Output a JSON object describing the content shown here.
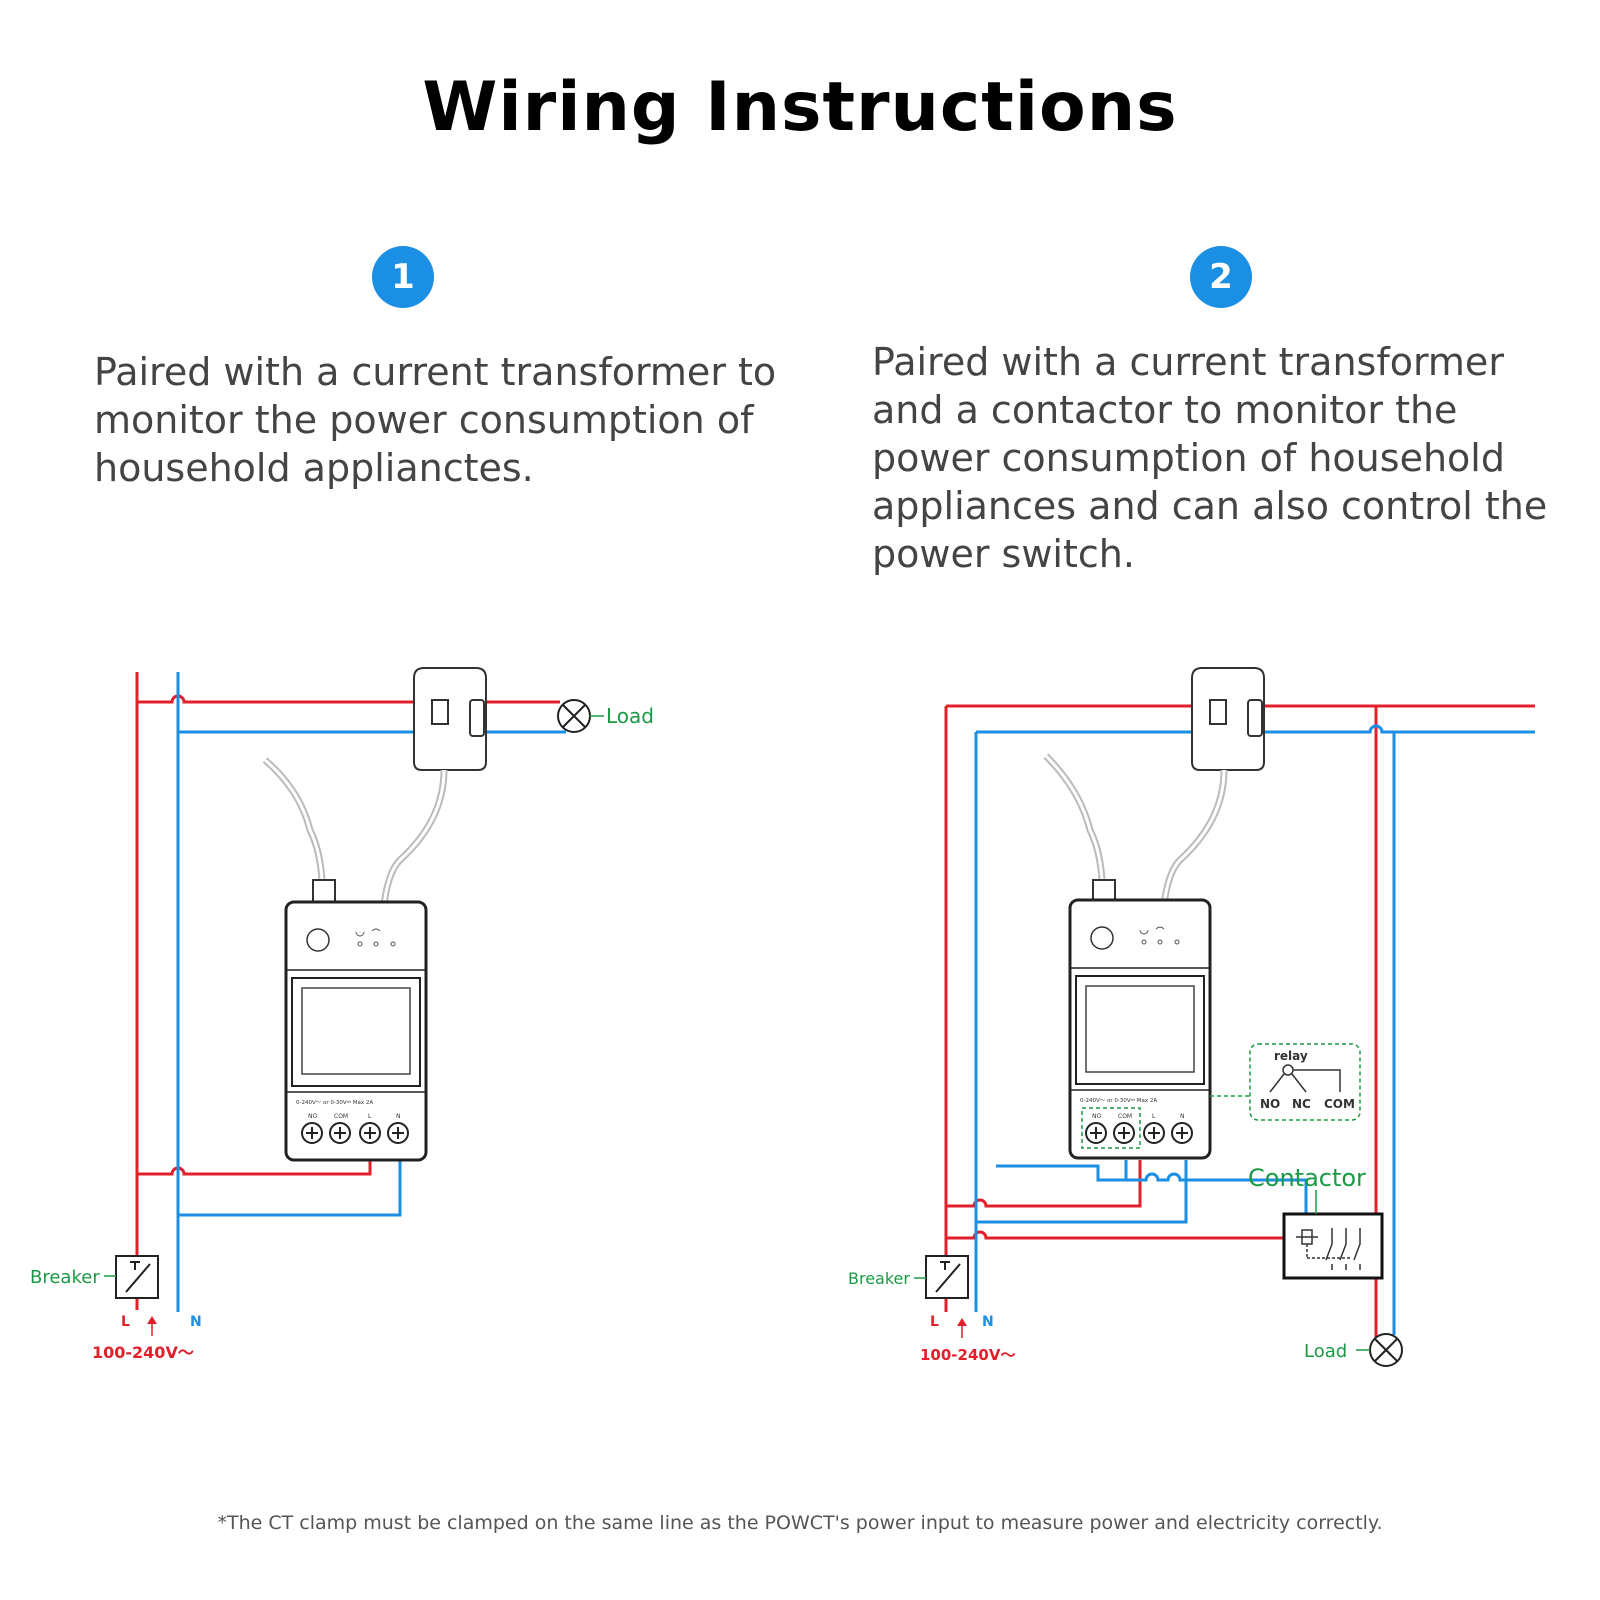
{
  "title": "Wiring Instructions",
  "steps": [
    {
      "number": "1",
      "text": "Paired with a current transformer to monitor the power consumption of household applianctes."
    },
    {
      "number": "2",
      "text": "Paired with a current transformer and a contactor to monitor the power consumption of household appliances and can also control the power switch."
    }
  ],
  "footnote": "*The CT clamp must be clamped on the same line as the POWCT's power input to measure power and electricity correctly.",
  "diagram": {
    "load_label": "Load",
    "breaker_label": "Breaker",
    "line_label": "L",
    "neutral_label": "N",
    "voltage_label": "100-240V～",
    "contactor_label": "Contactor",
    "relay_label": "relay",
    "relay_no": "NO",
    "relay_nc": "NC",
    "relay_com": "COM",
    "terminal_no": "NO",
    "terminal_com": "COM",
    "terminal_l": "L",
    "terminal_n": "N",
    "device_spec": "0-240V～ or 0-30V⎓ Max 2A"
  },
  "colors": {
    "line": "#e0202a",
    "neutral": "#1a8fe3",
    "label_green": "#1a9a45",
    "voltage_red": "#e0202a",
    "badge": "#1a8fe3"
  }
}
